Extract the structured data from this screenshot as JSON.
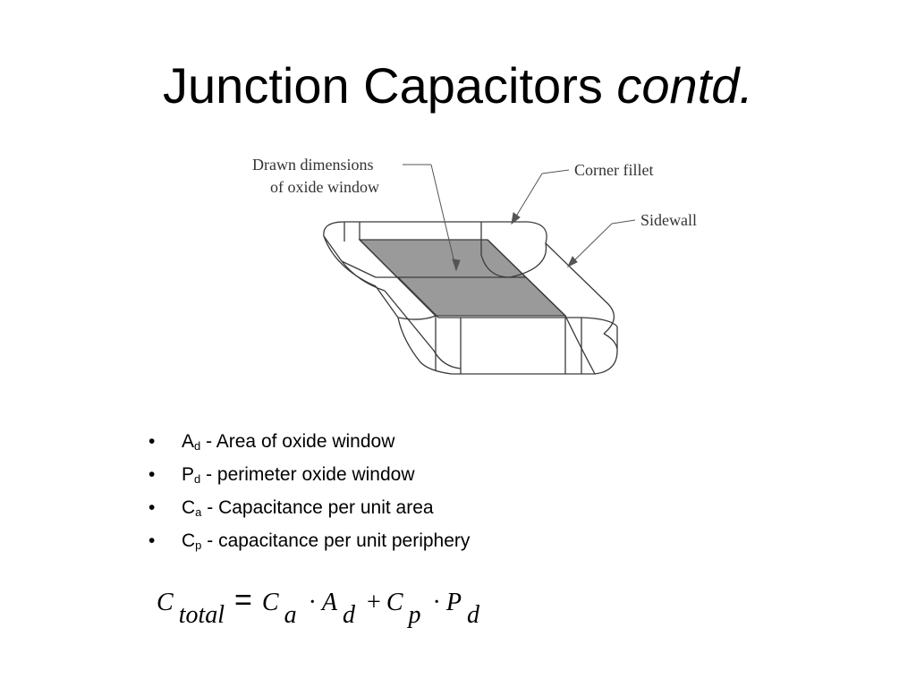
{
  "slide": {
    "title": {
      "main": "Junction Capacitors ",
      "emphasis": "contd."
    }
  },
  "figure": {
    "labels": {
      "drawn_dimensions_line1": "Drawn dimensions",
      "drawn_dimensions_line2": "of oxide window",
      "corner_fillet": "Corner fillet",
      "sidewall": "Sidewall"
    },
    "colors": {
      "window_fill": "#9a9a9a",
      "line": "#3a3a3a"
    }
  },
  "bullets": [
    {
      "symbol": "•",
      "main": "A",
      "sub": "d",
      "text": " - Area of oxide window"
    },
    {
      "symbol": "•",
      "main": "P",
      "sub": "d",
      "text": " - perimeter oxide window"
    },
    {
      "symbol": "•",
      "main": "C",
      "sub": "a",
      "text": " - Capacitance per unit area"
    },
    {
      "symbol": "•",
      "main": "C",
      "sub": "p",
      "text": " - capacitance per unit periphery"
    }
  ],
  "formula": {
    "lhs": "C",
    "lhs_sub": "total",
    "equals": "=",
    "t1": "C",
    "t1_sub": "a",
    "dot1": "·",
    "t2": "A",
    "t2_sub": "d",
    "plus": "+",
    "t3": "C",
    "t3_sub": "p",
    "dot2": "·",
    "t4": "P",
    "t4_sub": "d"
  }
}
